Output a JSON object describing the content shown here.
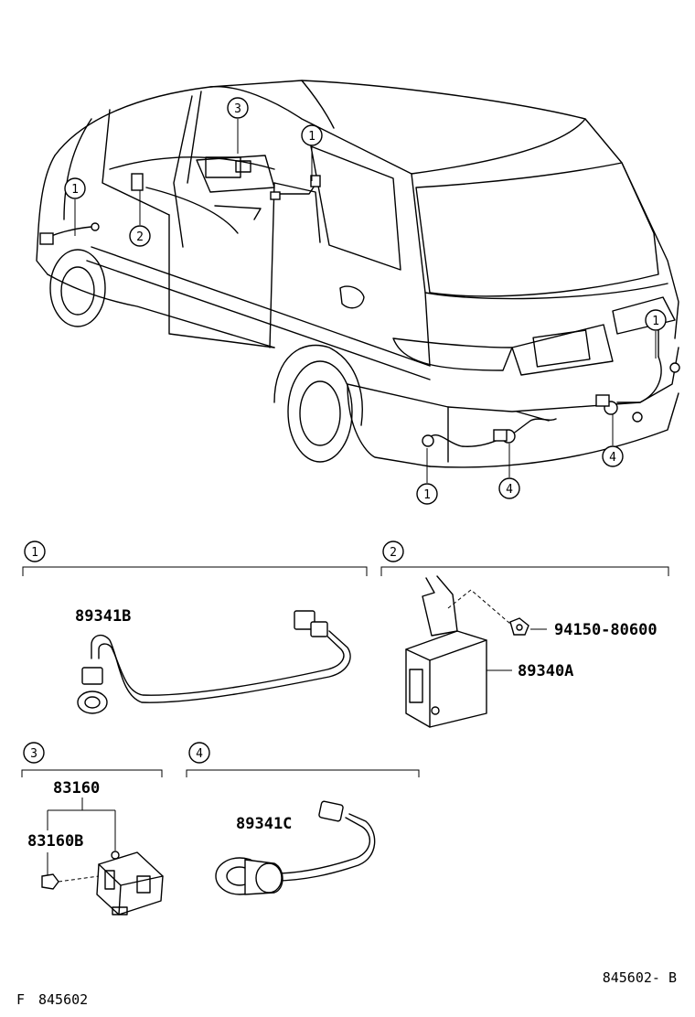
{
  "callouts": {
    "c1": "1",
    "c2": "2",
    "c3": "3",
    "c4": "4"
  },
  "sections": {
    "s1": "1",
    "s2": "2",
    "s3": "3",
    "s4": "4"
  },
  "parts": {
    "sensor_1": "89341B",
    "ecu": "89340A",
    "nut": "94150-80600",
    "switch": "83160",
    "switch_sub": "83160B",
    "sensor_4": "89341C"
  },
  "footer": {
    "left_mark": "F",
    "left_code": "845602",
    "right_code": "845602- B"
  }
}
